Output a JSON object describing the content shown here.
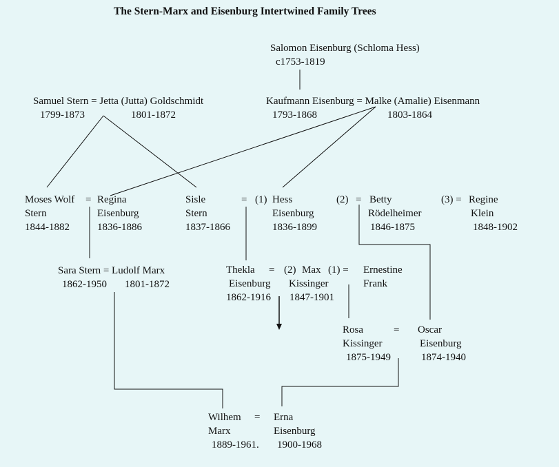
{
  "title": "The Stern-Marx and Eisenburg Intertwined Family Trees",
  "salomon": {
    "name": "Salomon Eisenburg (Schloma Hess)",
    "dates": "c1753-1819"
  },
  "samuel_row": {
    "line1": "Samuel Stern = Jetta (Jutta) Goldschmidt",
    "samuel_dates": "1799-1873",
    "jetta_dates": "1801-1872"
  },
  "kaufmann_row": {
    "line1": "Kaufmann Eisenburg = Malke (Amalie) Eisenmann",
    "kaufmann_dates": "1793-1868",
    "malke_dates": "1803-1864"
  },
  "moses": {
    "first": "Moses Wolf",
    "last": "Stern",
    "dates": "1844-1882"
  },
  "eq1": "=",
  "regina": {
    "first": "Regina",
    "last": "Eisenburg",
    "dates": "1836-1886"
  },
  "sisle": {
    "first": "Sisle",
    "last": "Stern",
    "dates": "1837-1866"
  },
  "eq_sisle": "=",
  "m1": "(1)",
  "hess": {
    "first": "Hess",
    "last": "Eisenburg",
    "dates": "1836-1899"
  },
  "m2": "(2)",
  "eq_betty": "=",
  "betty": {
    "first": "Betty",
    "last": "Rödelheimer",
    "dates": "1846-1875"
  },
  "m3": "(3) =",
  "regine": {
    "first": "Regine",
    "last": "Klein",
    "dates": "1848-1902"
  },
  "sara_row": {
    "line1": "Sara Stern = Ludolf Marx",
    "sara_dates": "1862-1950",
    "ludolf_dates": "1801-1872"
  },
  "thekla": {
    "first": "Thekla",
    "last": "Eisenburg",
    "dates": "1862-1916"
  },
  "eq_thekla": "=",
  "m_thekla": "(2)",
  "max": {
    "first": "Max",
    "last": "Kissinger",
    "dates": "1847-1901"
  },
  "m_max": "(1) =",
  "ernestine": {
    "first": "Ernestine",
    "last": "Frank"
  },
  "rosa": {
    "first": "Rosa",
    "last": "Kissinger",
    "dates": "1875-1949"
  },
  "eq_rosa": "=",
  "oscar": {
    "first": "Oscar",
    "last": "Eisenburg",
    "dates": "1874-1940"
  },
  "wilhem": {
    "first": "Wilhem",
    "last": "Marx",
    "dates": "1889-1961."
  },
  "eq_wilhem": "=",
  "erna": {
    "first": "Erna",
    "last": "Eisenburg",
    "dates": "1900-1968"
  }
}
